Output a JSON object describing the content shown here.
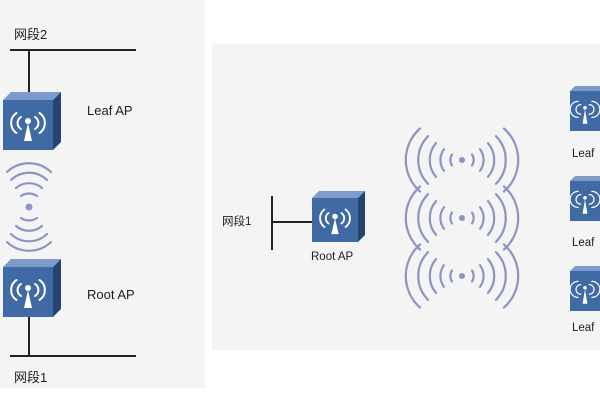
{
  "left_topology": {
    "segment_top_label": "网段2",
    "segment_bottom_label": "网段1",
    "leaf_ap_label": "Leaf AP",
    "root_ap_label": "Root  AP"
  },
  "right_topology": {
    "segment_label": "网段1",
    "root_ap_label": "Root AP",
    "leaf_ap_labels": [
      "Leaf",
      "Leaf",
      "Leaf"
    ]
  },
  "colors": {
    "ap_front": "#3f6aa3",
    "ap_side": "#25456f",
    "ap_top": "#7d9ccc",
    "wave": "#8c94c4",
    "line": "#222222",
    "panel_bg": "#f4f4f4"
  },
  "icons": {
    "ap_device": "wireless-access-point-icon",
    "wireless_signal": "wireless-wave-icon"
  }
}
